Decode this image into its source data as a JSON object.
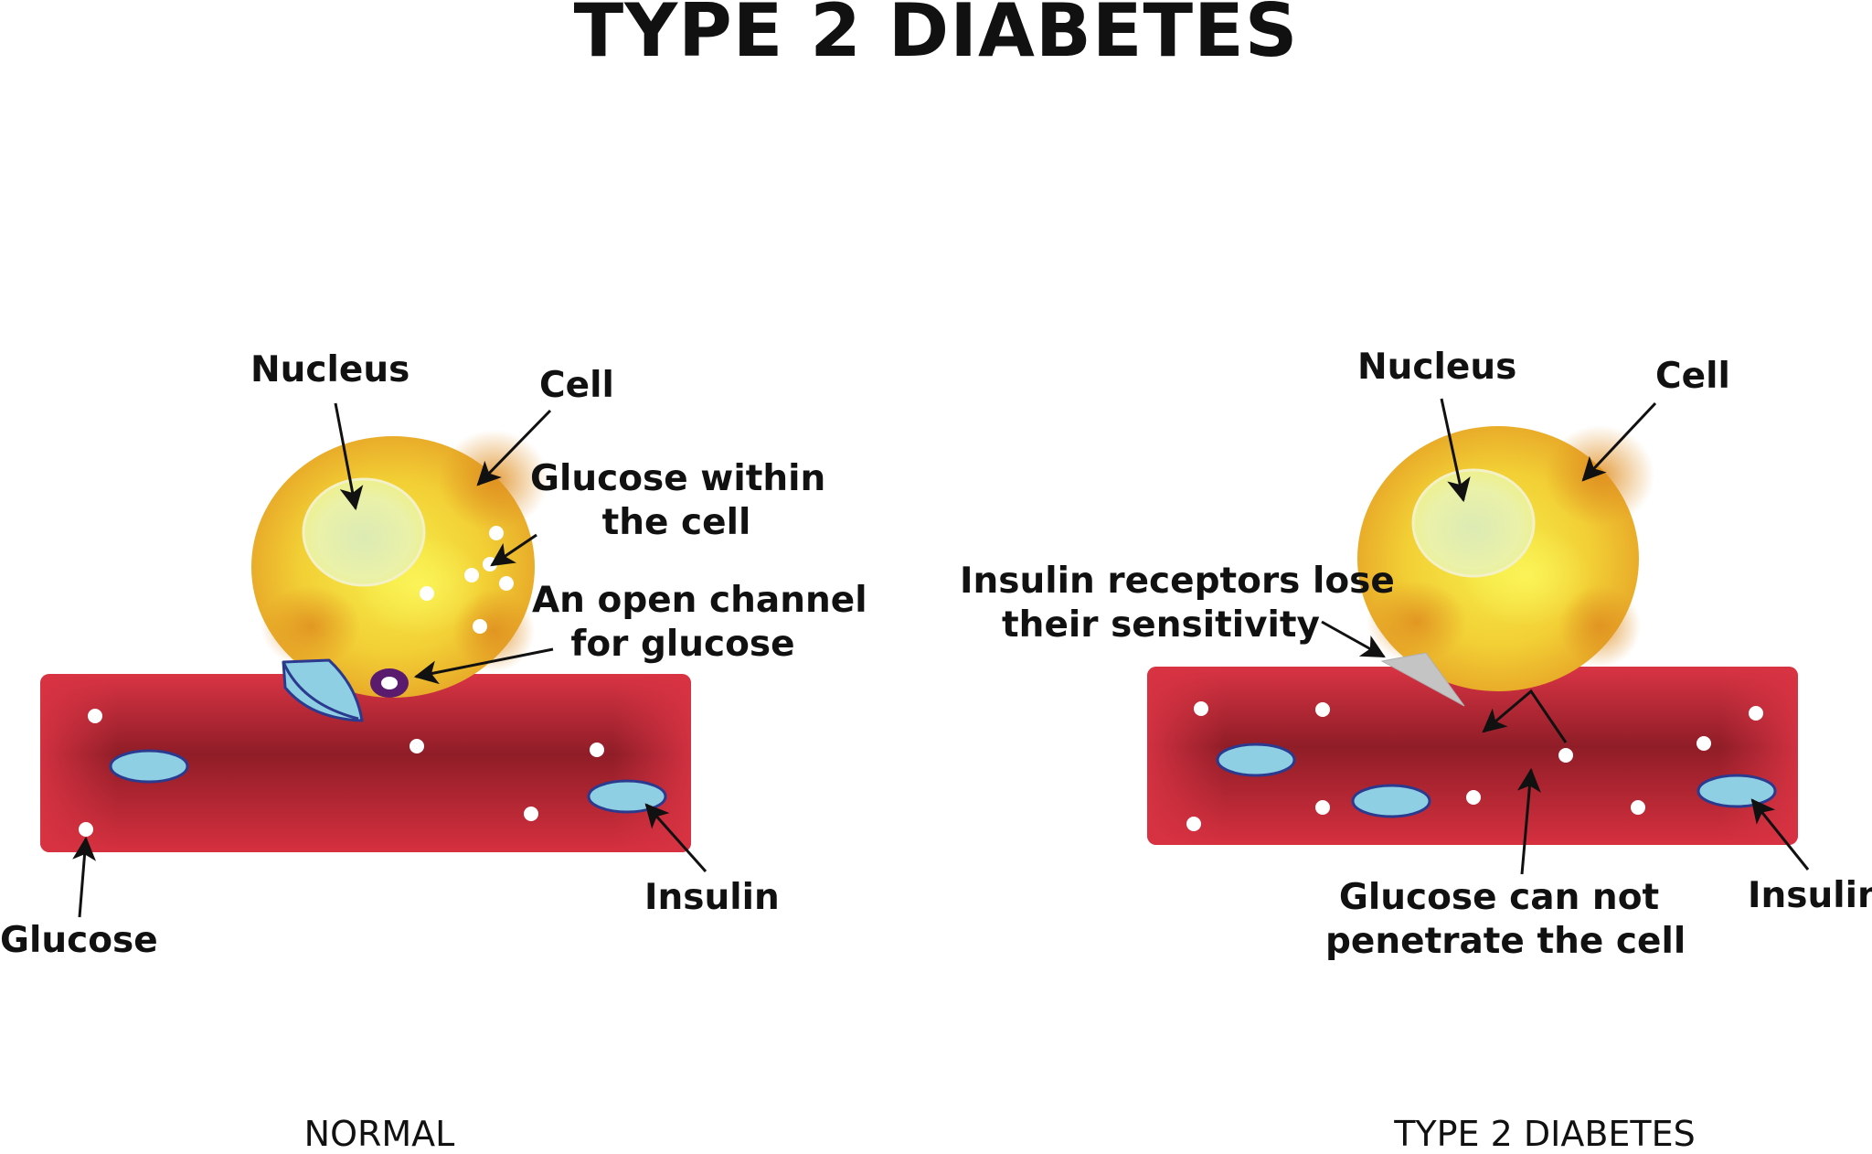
{
  "title": "TYPE 2 DIABETES",
  "normal": {
    "caption": "NORMAL",
    "labels": {
      "nucleus": "Nucleus",
      "cell": "Cell",
      "glucose_within_line1": "Glucose within",
      "glucose_within_line2": "the cell",
      "open_channel_line1": "An open channel",
      "open_channel_line2": "for glucose",
      "glucose": "Glucose",
      "insulin": "Insulin"
    }
  },
  "diabetes": {
    "caption": "TYPE 2 DIABETES",
    "labels": {
      "nucleus": "Nucleus",
      "cell": "Cell",
      "receptors_line1": "Insulin receptors lose",
      "receptors_line2": "their sensitivity",
      "cannot_line1": "Glucose can not",
      "cannot_line2": "penetrate the cell",
      "insulin": "Insulin"
    }
  },
  "colors": {
    "vessel_dark": "#8f1d27",
    "vessel_light": "#d62e40",
    "cell_yellow": "#f6e63c",
    "cell_orange": "#e39a22",
    "nucleus": "#e7f0b4",
    "insulin_fill": "#8ecfe3",
    "insulin_stroke": "#2b3a8f",
    "channel": "#5a1a6e",
    "receptor_lost": "#c4c4c4",
    "text": "#111111"
  }
}
